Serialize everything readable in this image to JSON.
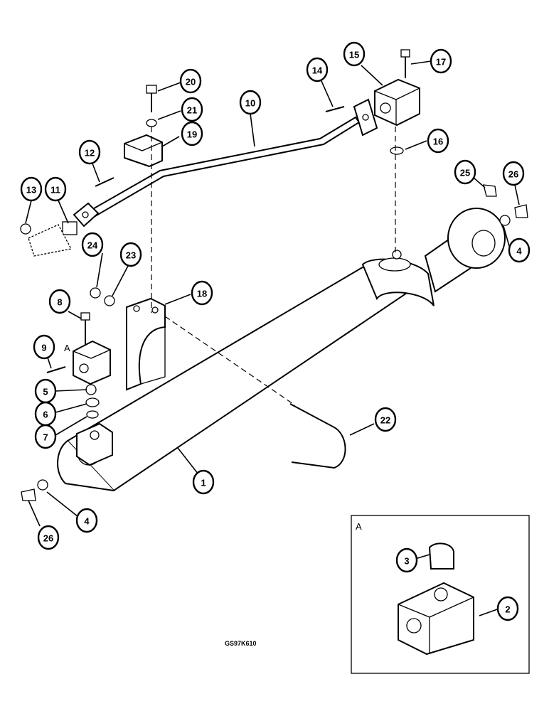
{
  "figure": {
    "code": "GS97K610",
    "detail_view_label": "A",
    "inline_view_label": "A"
  },
  "callouts": [
    {
      "id": "c1",
      "label": "1"
    },
    {
      "id": "c2",
      "label": "2"
    },
    {
      "id": "c3",
      "label": "3"
    },
    {
      "id": "c4a",
      "label": "4"
    },
    {
      "id": "c4b",
      "label": "4"
    },
    {
      "id": "c5",
      "label": "5"
    },
    {
      "id": "c6",
      "label": "6"
    },
    {
      "id": "c7",
      "label": "7"
    },
    {
      "id": "c8",
      "label": "8"
    },
    {
      "id": "c9",
      "label": "9"
    },
    {
      "id": "c10",
      "label": "10"
    },
    {
      "id": "c11",
      "label": "11"
    },
    {
      "id": "c12",
      "label": "12"
    },
    {
      "id": "c13",
      "label": "13"
    },
    {
      "id": "c14",
      "label": "14"
    },
    {
      "id": "c15",
      "label": "15"
    },
    {
      "id": "c16",
      "label": "16"
    },
    {
      "id": "c17",
      "label": "17"
    },
    {
      "id": "c18",
      "label": "18"
    },
    {
      "id": "c19",
      "label": "19"
    },
    {
      "id": "c20",
      "label": "20"
    },
    {
      "id": "c21",
      "label": "21"
    },
    {
      "id": "c22",
      "label": "22"
    },
    {
      "id": "c23",
      "label": "23"
    },
    {
      "id": "c24",
      "label": "24"
    },
    {
      "id": "c25",
      "label": "25"
    },
    {
      "id": "c26a",
      "label": "26"
    },
    {
      "id": "c26b",
      "label": "26"
    }
  ]
}
